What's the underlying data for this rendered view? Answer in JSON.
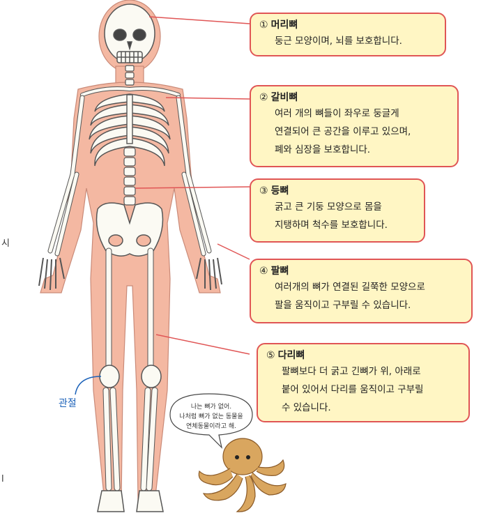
{
  "callouts": [
    {
      "num": "①",
      "title": "머리뼈",
      "lines": [
        "둥근 모양이며, 뇌를 보호합니다."
      ]
    },
    {
      "num": "②",
      "title": "갈비뼈",
      "lines": [
        "여러 개의 뼈들이 좌우로 둥글게",
        "연결되어 큰 공간을 이루고 있으며,",
        "폐와 심장을 보호합니다."
      ]
    },
    {
      "num": "③",
      "title": "등뼈",
      "lines": [
        "굵고 큰 기둥 모양으로 몸을",
        "지탱하며 척수를 보호합니다."
      ]
    },
    {
      "num": "④",
      "title": "팔뼈",
      "lines": [
        "여러개의 뼈가 연결된 길쭉한 모양으로",
        "팔을 움직이고 구부릴 수 있습니다."
      ]
    },
    {
      "num": "⑤",
      "title": "다리뼈",
      "lines": [
        "팔뼈보다 더 굵고 긴뼈가 위, 아래로",
        "붙어 있어서 다리를 움직이고 구부릴",
        "수 있습니다."
      ]
    }
  ],
  "joint_label": "관절",
  "speech": [
    "나는 뼈가 없어.",
    "나처럼 뼈가 없는 동물을",
    "연체동물이라고 해."
  ],
  "side_chars": [
    "시",
    "l"
  ],
  "colors": {
    "callout_bg": "#fff6c4",
    "callout_border": "#e05555",
    "body_fill": "#f4b8a2",
    "bone": "#fbfaf3",
    "leader": "#e05555",
    "joint_label": "#1c62b9"
  }
}
